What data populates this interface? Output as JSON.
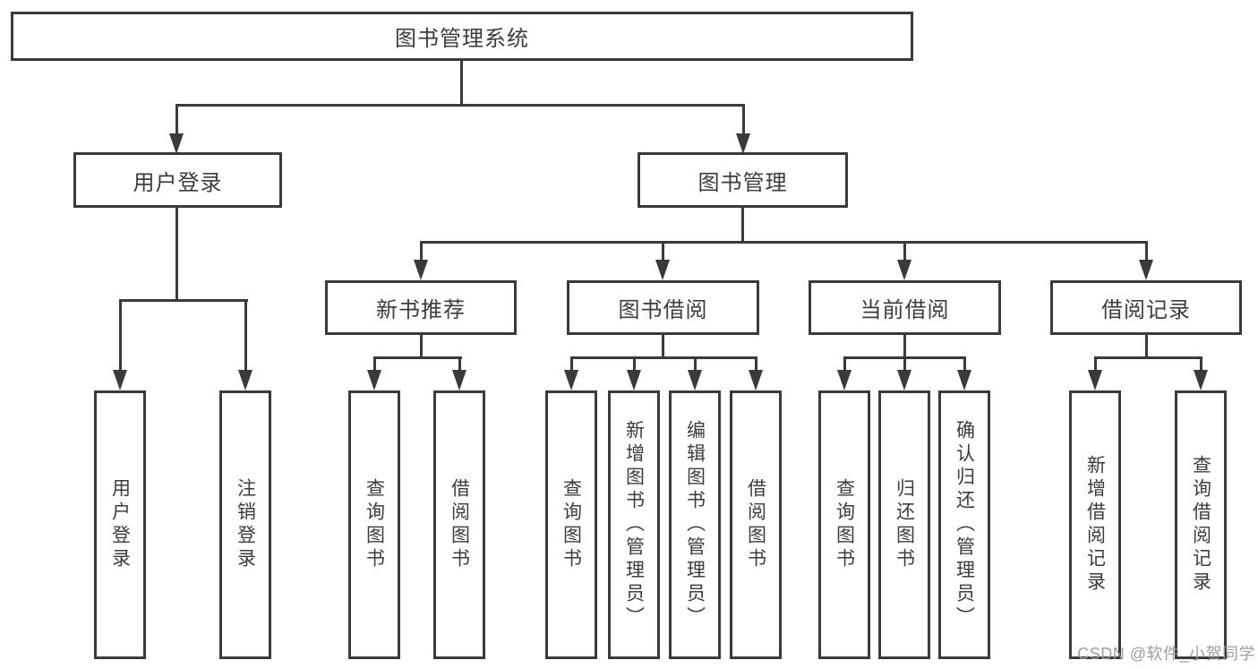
{
  "nodes": {
    "root": "图书管理系统",
    "level2": [
      "用户登录",
      "图书管理"
    ],
    "level3": [
      "新书推荐",
      "图书借阅",
      "当前借阅",
      "借阅记录"
    ],
    "leaves_user_login": [
      "用户登录",
      "注销登录"
    ],
    "leaves_new_book": [
      "查询图书",
      "借阅图书"
    ],
    "leaves_book_borrow": [
      "查询图书",
      "新增图书（管理员）",
      "编辑图书（管理员）",
      "借阅图书"
    ],
    "leaves_current_borrow": [
      "查询图书",
      "归还图书",
      "确认归还（管理员）"
    ],
    "leaves_borrow_records": [
      "新增借阅记录",
      "查询借阅记录"
    ]
  },
  "watermark": "CSDN @软件_小贺同学",
  "colors": {
    "line": "#3a3a3a",
    "box_border": "#3a3a3a",
    "text": "#3c3c3c",
    "watermark": "#9e9e9e",
    "background": "#ffffff"
  }
}
